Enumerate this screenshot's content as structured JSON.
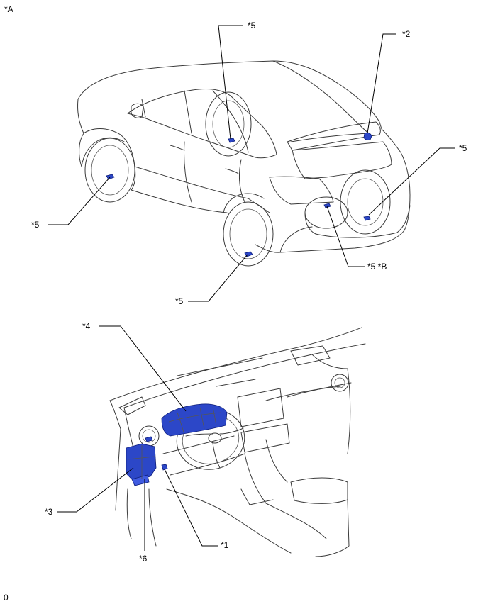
{
  "view_labels": {
    "top": "*A",
    "footer": "0"
  },
  "callouts": {
    "c1": "*5",
    "c2": "*2",
    "c3": "*5",
    "c4": "*5",
    "c5": "*5",
    "c6": "*5 *B",
    "c7": "*4",
    "c8": "*3",
    "c9": "*6",
    "c10": "*1"
  },
  "colors": {
    "highlight": "#2c47c8",
    "line": "#3a3a3a"
  }
}
